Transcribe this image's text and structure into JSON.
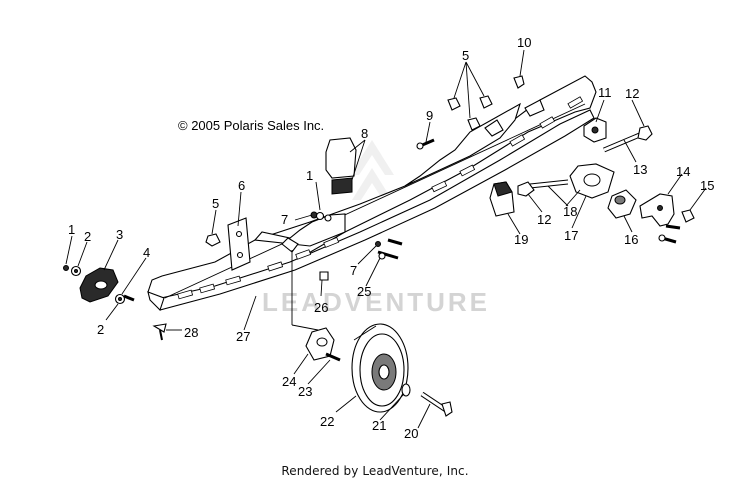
{
  "copyright": "© 2005 Polaris Sales Inc.",
  "watermark": "LEADVENTURE",
  "footer": "Rendered by LeadVenture, Inc.",
  "callouts": [
    "1",
    "2",
    "3",
    "4",
    "2",
    "5",
    "6",
    "7",
    "8",
    "1",
    "9",
    "5",
    "10",
    "11",
    "12",
    "13",
    "12",
    "18",
    "19",
    "17",
    "16",
    "14",
    "15",
    "7",
    "25",
    "26",
    "27",
    "28",
    "24",
    "23",
    "22",
    "21",
    "20"
  ]
}
